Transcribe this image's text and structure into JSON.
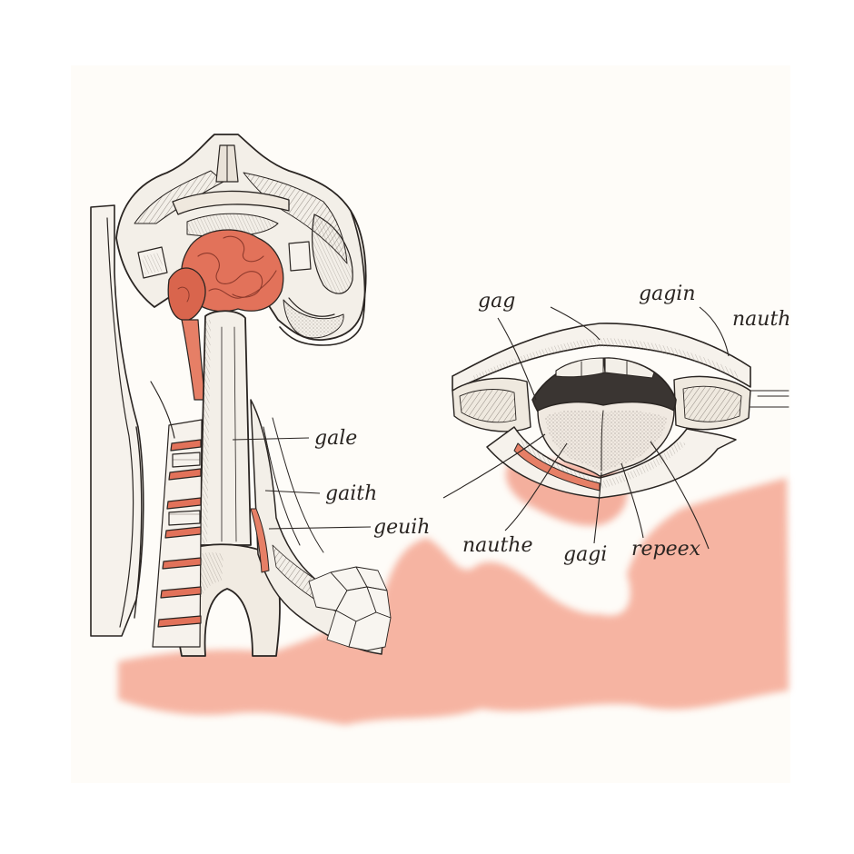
{
  "colors": {
    "paper": "#fefcf8",
    "ink": "#2a2522",
    "wash": "#f4a08a",
    "flesh": "#e2725a",
    "cavity": "#3a3532"
  },
  "left_panel": {
    "labels": {
      "gale": "gale",
      "gaith": "gaith",
      "geuih": "geuih"
    }
  },
  "right_panel": {
    "labels": {
      "gag": "gag",
      "gagin": "gagin",
      "nauthy": "nauthy",
      "nauthe": "nauthe",
      "gagi": "gagi",
      "repeex": "repeex"
    }
  }
}
